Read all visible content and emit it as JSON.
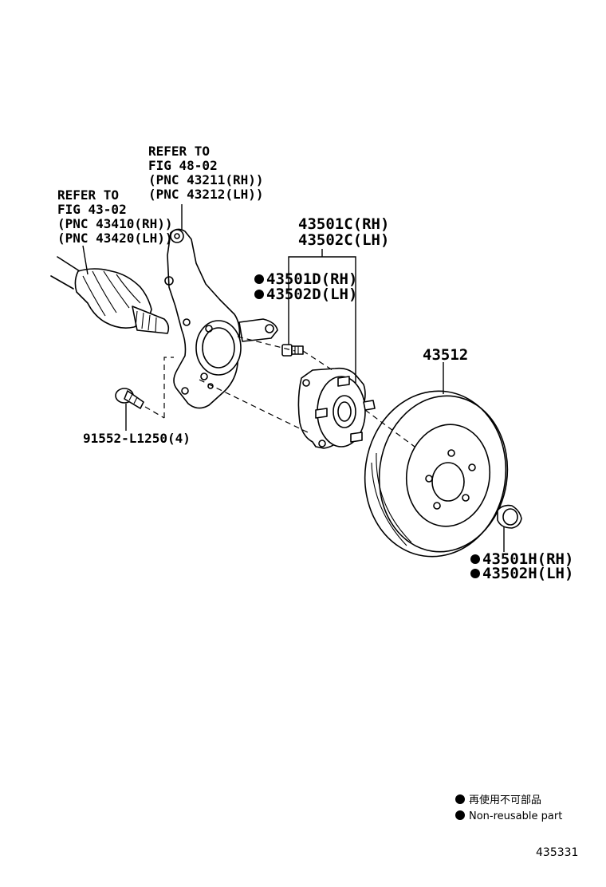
{
  "refs": {
    "knuckle": [
      "REFER TO",
      "FIG 48-02",
      "(PNC 43211(RH))",
      "(PNC 43212(LH))"
    ],
    "driveshaft": [
      "REFER TO",
      "FIG 43-02",
      "(PNC 43410(RH))",
      "(PNC 43420(LH))"
    ]
  },
  "parts": {
    "hub_assembly": [
      "43501C(RH)",
      "43502C(LH)"
    ],
    "hub_bolt": [
      "43501D(RH)",
      "43502D(LH)"
    ],
    "bolt": "91552-L1250(4)",
    "disc": "43512",
    "nut": [
      "43501H(RH)",
      "43502H(LH)"
    ]
  },
  "legend": {
    "jp": "再使用不可部品",
    "en": "Non-reusable part"
  },
  "figure_id": "435331",
  "colors": {
    "ink": "#000000",
    "paper": "#ffffff"
  }
}
